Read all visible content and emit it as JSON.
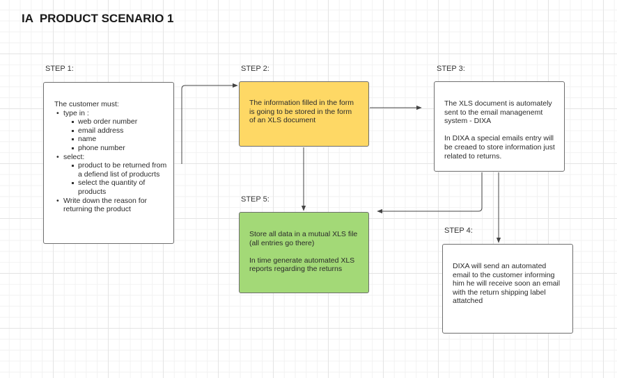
{
  "title": "IA  PRODUCT SCENARIO 1",
  "steps": {
    "step1": {
      "label": "STEP 1:",
      "intro": "The customer must:",
      "type_in": {
        "label": "type in :",
        "items": [
          "web order number",
          "email address",
          "name",
          "phone number"
        ]
      },
      "select": {
        "label": "select:",
        "items": [
          "product to be returned from a defiend list of producrts",
          "select the quantity of products"
        ]
      },
      "reason": "Write down the reason for returning the product"
    },
    "step2": {
      "label": "STEP 2:",
      "text": "The information filled in the form is going to be stored in the form of an XLS document",
      "color": "#fed865"
    },
    "step3": {
      "label": "STEP 3:",
      "text1": "The XLS document is automately sent to the email managenemt system - DIXA",
      "text2": "In DIXA a special emails entry will be creaed to store information just related to returns."
    },
    "step4": {
      "label": "STEP 4:",
      "text": "DIXA will send an automated email to the customer informing him  he will receive soon an email with the return shipping label attatched"
    },
    "step5": {
      "label": "STEP 5:",
      "text1": "Store all data in a mutual XLS file (all entries go there)",
      "text2": "In time generate automated XLS reports regarding the returns",
      "color": "#a3d977"
    }
  }
}
